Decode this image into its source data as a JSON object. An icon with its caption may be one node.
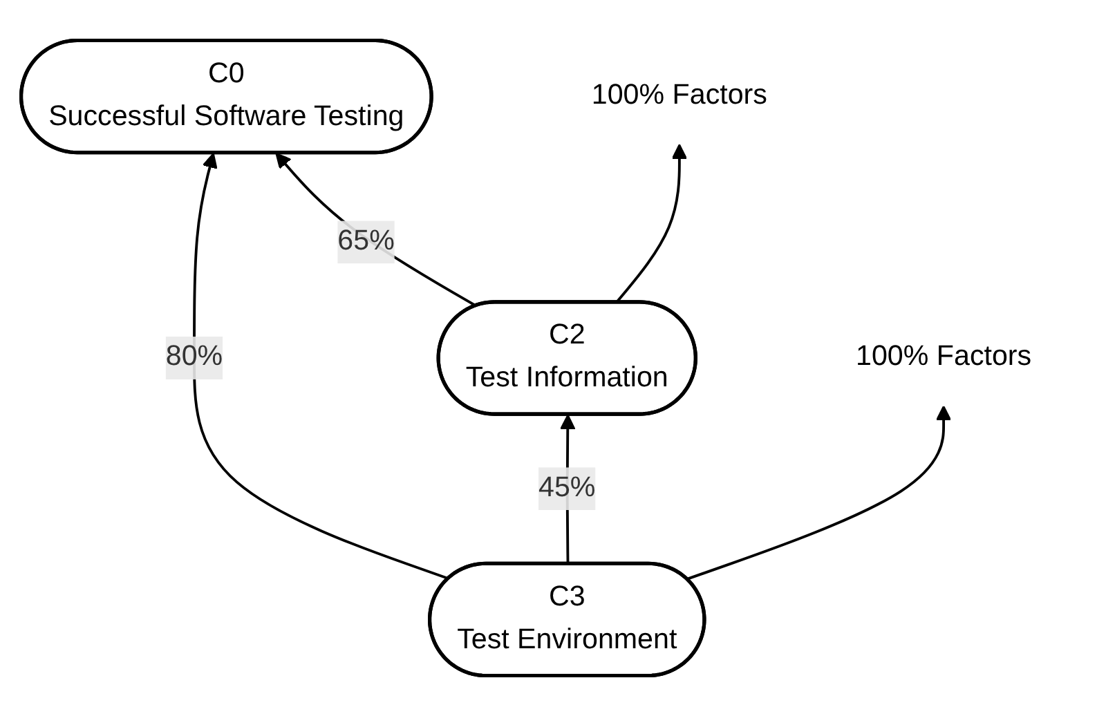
{
  "diagram": {
    "nodes": [
      {
        "text": [
          "C0",
          "Successful Software Testing"
        ]
      },
      {
        "text": [
          "C2",
          "Test Information"
        ]
      },
      {
        "text": [
          "C3",
          "Test Environment"
        ]
      },
      {
        "text": [
          "100% Factors"
        ]
      },
      {
        "text": [
          "100% Factors"
        ]
      }
    ],
    "edges": [
      {
        "from": 1,
        "to": 0,
        "arrow": "to",
        "label": "65%"
      },
      {
        "from": 2,
        "to": 0,
        "arrow": "to",
        "label": "80%"
      },
      {
        "from": 2,
        "to": 1,
        "arrow": "to",
        "label": "45%"
      },
      {
        "from": 1,
        "to": 3,
        "arrow": "to"
      },
      {
        "from": 2,
        "to": 4,
        "arrow": "to"
      }
    ]
  }
}
